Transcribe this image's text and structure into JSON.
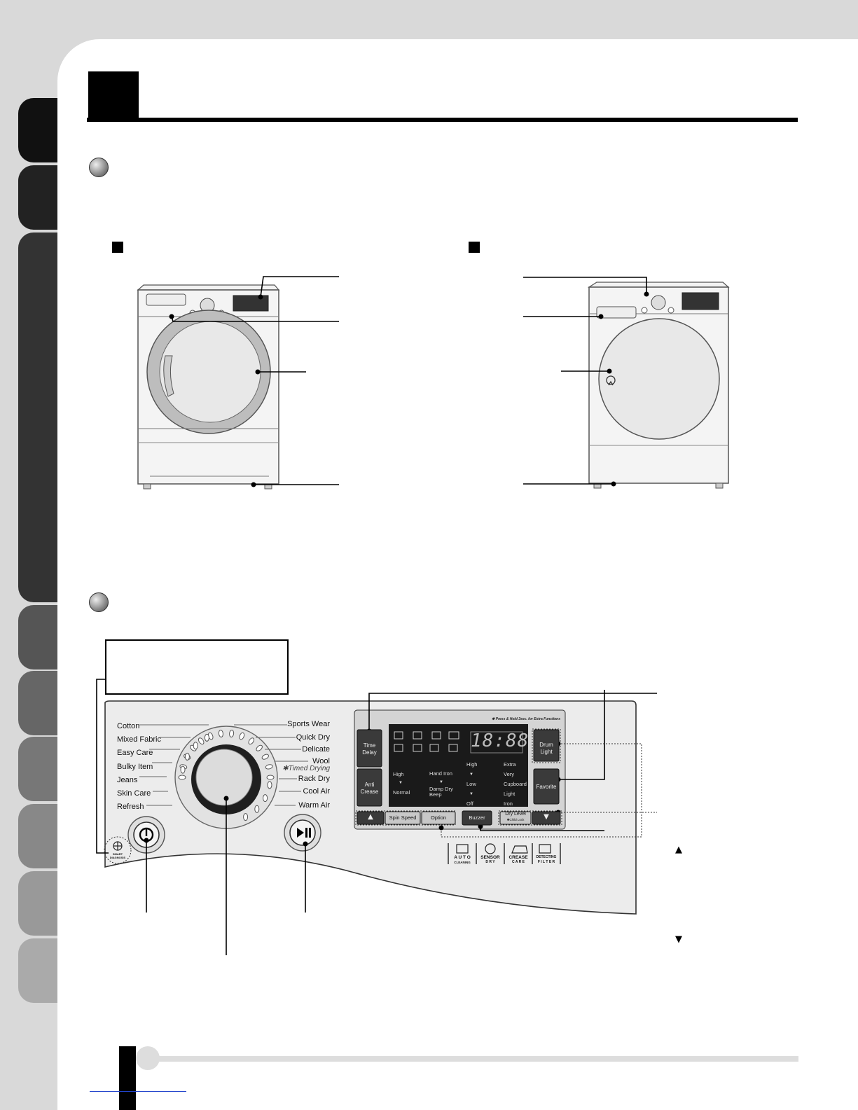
{
  "program_labels_left": [
    "Cotton",
    "Mixed Fabric",
    "Easy Care",
    "Bulky Item",
    "Jeans",
    "Skin Care",
    "Refresh"
  ],
  "program_labels_right": [
    "Sports Wear",
    "Quick Dry",
    "Delicate",
    "Wool",
    "Rack Dry",
    "Cool Air",
    "Warm Air"
  ],
  "timed_drying": "✱Timed Drying",
  "extra_note": "✱ Press & Hold 3sec. for Extra Functions",
  "buttons": {
    "time_delay": [
      "Time",
      "Delay"
    ],
    "anti_crease": [
      "Anti",
      "Crease"
    ],
    "drum_light": [
      "Drum",
      "Light"
    ],
    "favorite": "Favorite",
    "up": "▲",
    "spin_speed": "Spin Speed",
    "option": "Option",
    "buzzer": "Buzzer",
    "dry_level": "Dry Level",
    "child_lock": "✱Child Lock",
    "down": "▼"
  },
  "display_digits": "18:88",
  "option_col1": [
    "High",
    "▼",
    "Normal"
  ],
  "option_col2": [
    "Hand Iron",
    "▼",
    "Damp Dry",
    "Beep"
  ],
  "option_col3": [
    "High",
    "▼",
    "Low",
    "▼",
    "Off"
  ],
  "option_col4": [
    "Extra",
    "Very",
    "Cupboard",
    "Light",
    "Iron"
  ],
  "feature_icons": [
    {
      "top": "A U T O",
      "bottom": "CLEANING",
      "icon": "auto-cleaning-icon"
    },
    {
      "top": "SENSOR",
      "bottom": "D R Y",
      "icon": "sensor-dry-icon"
    },
    {
      "top": "CREASE",
      "bottom": "C A R E",
      "icon": "crease-care-icon"
    },
    {
      "top": "DETECTING",
      "bottom": "F I L T E R",
      "icon": "detecting-filter-icon"
    }
  ],
  "smart_diagnosis": [
    "SMART",
    "DIAGNOSIS"
  ],
  "legend_up": "▲",
  "legend_down": "▼",
  "colors": {
    "panel": "#ececec",
    "display": "#1a1a1a",
    "tab_dark": "#111111",
    "tab_mid": "#555555",
    "tab_light": "#999999"
  }
}
